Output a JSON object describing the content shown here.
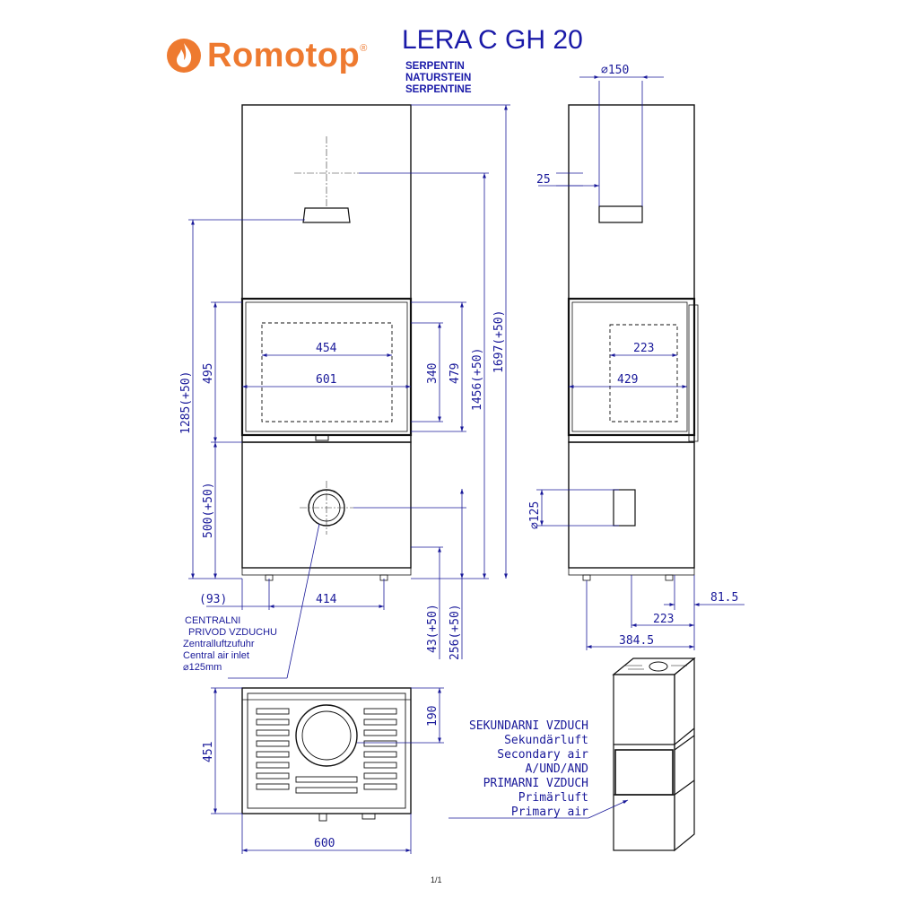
{
  "brand": {
    "name": "Romotop",
    "registered": "®",
    "color": "#ee7a30"
  },
  "model": {
    "title": "LERA C GH 20",
    "color": "#1a1aa8"
  },
  "finish": [
    "SERPENTIN",
    "NATURSTEIN",
    "SERPENTINE"
  ],
  "colors": {
    "dimension": "#1a1a9a",
    "outline": "#111111",
    "hidden": "#333333"
  },
  "front_view": {
    "dims": {
      "d454": "454",
      "d601": "601",
      "d340": "340",
      "d479": "479",
      "d495": "495",
      "d1285": "1285(+50)",
      "d500": "500(+50)",
      "d1456": "1456(+50)",
      "d1697": "1697(+50)",
      "d93": "(93)",
      "d414": "414",
      "d43": "43(+50)",
      "d256": "256(+50)"
    }
  },
  "side_view": {
    "dims": {
      "d150": "⌀150",
      "d25": "25",
      "d223a": "223",
      "d429": "429",
      "d125": "⌀125",
      "d815": "81.5",
      "d223b": "223",
      "d3845": "384.5"
    }
  },
  "top_view": {
    "dims": {
      "d451": "451",
      "d190": "190",
      "d600": "600"
    }
  },
  "central_air_note": [
    "CENTRALNI",
    "PRIVOD VZDUCHU",
    "Zentralluftzufuhr",
    "Central air inlet",
    "⌀125mm"
  ],
  "air_note": [
    "SEKUNDARNI VZDUCH",
    "Sekundärluft",
    "Secondary air",
    "A/UND/AND",
    "PRIMARNI VZDUCH",
    "Primärluft",
    "Primary air"
  ],
  "page_number": "1/1"
}
